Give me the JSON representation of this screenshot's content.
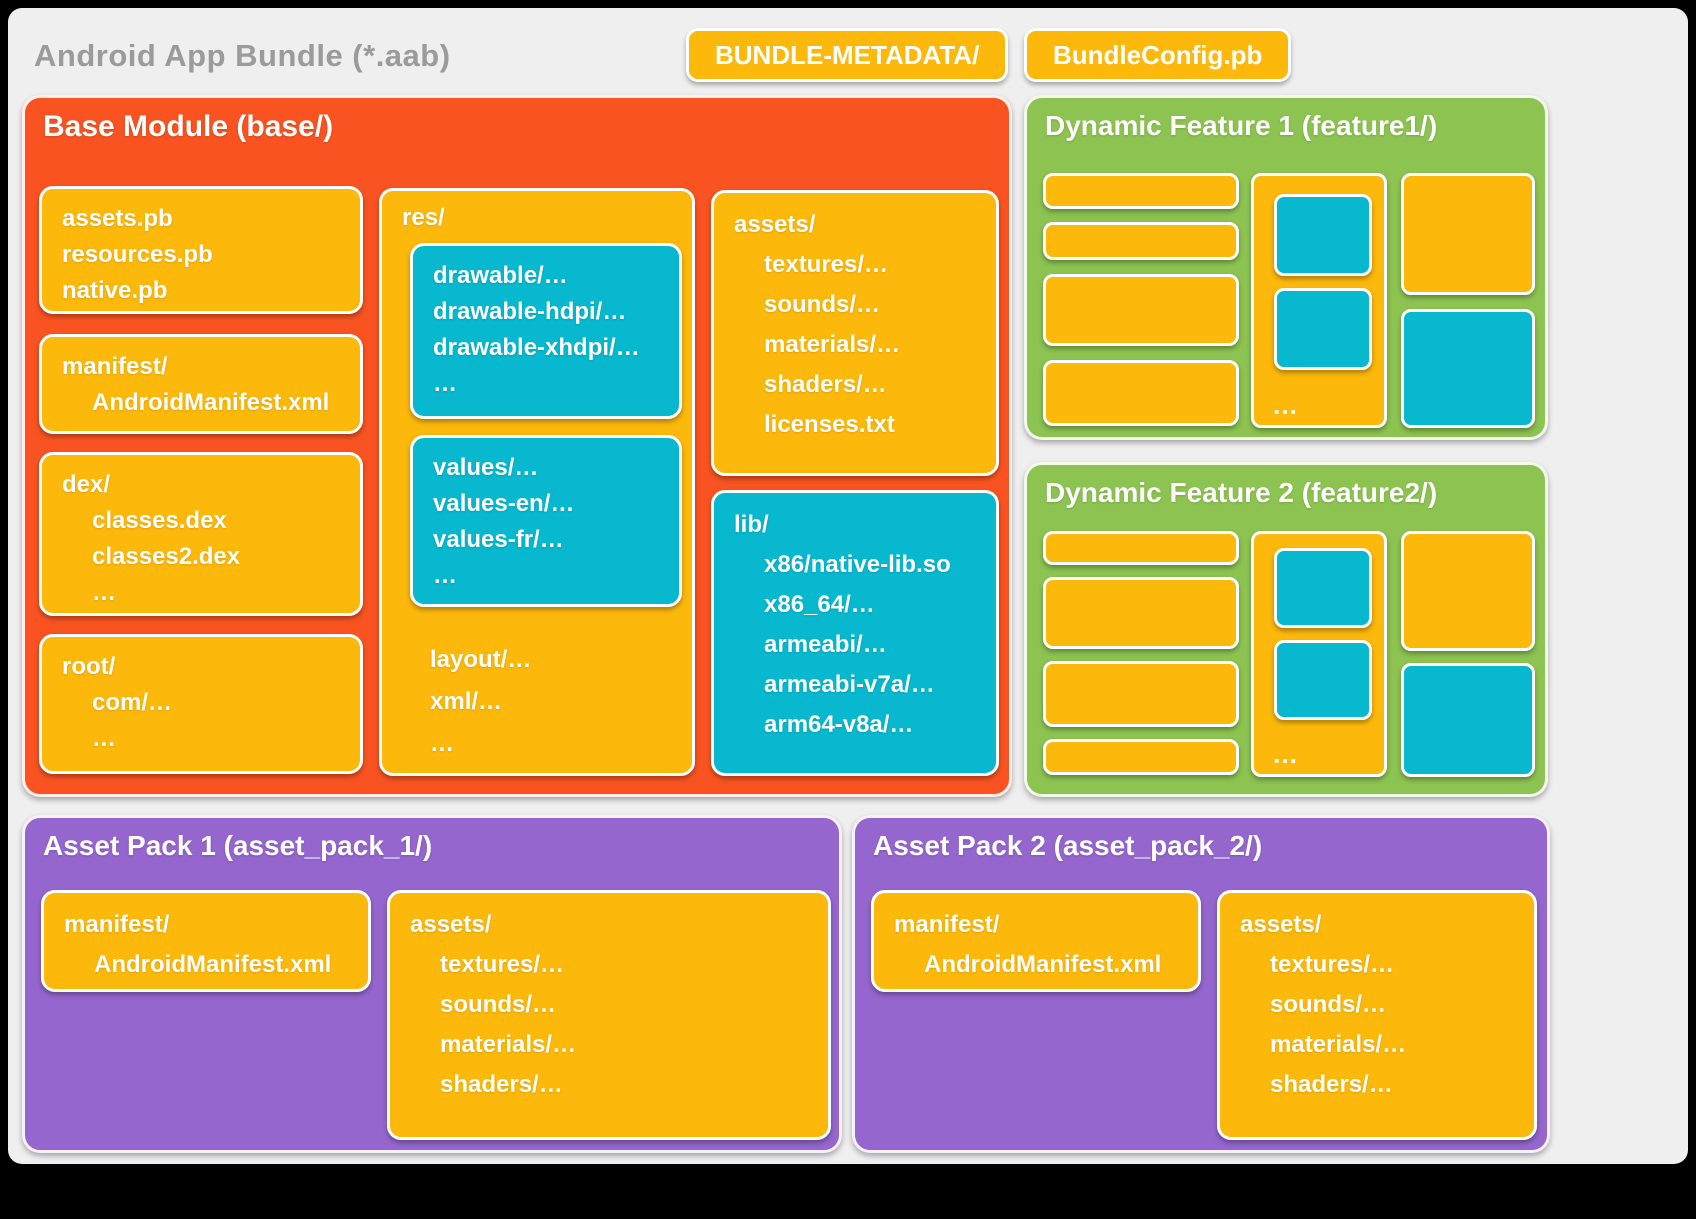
{
  "colors": {
    "page_bg": "#EFEFF0",
    "orange": "#F85321",
    "amber": "#FCB80B",
    "teal": "#07B8CE",
    "green": "#8DC351",
    "purple": "#9466CE",
    "title_gray": "#9B9B9B"
  },
  "header": {
    "title": "Android App Bundle (*.aab)",
    "pills": [
      "BUNDLE-METADATA/",
      "BundleConfig.pb"
    ]
  },
  "base": {
    "title": "Base Module (base/)",
    "pb_box": [
      {
        "text": "assets.pb",
        "indent": 0
      },
      {
        "text": "resources.pb",
        "indent": 0
      },
      {
        "text": "native.pb",
        "indent": 0
      }
    ],
    "manifest_box": [
      {
        "text": "manifest/",
        "indent": 0
      },
      {
        "text": "AndroidManifest.xml",
        "indent": 1
      }
    ],
    "dex_box": [
      {
        "text": "dex/",
        "indent": 0
      },
      {
        "text": "classes.dex",
        "indent": 1
      },
      {
        "text": "classes2.dex",
        "indent": 1
      },
      {
        "text": "…",
        "indent": 1
      }
    ],
    "root_box": [
      {
        "text": "root/",
        "indent": 0
      },
      {
        "text": "com/…",
        "indent": 1
      },
      {
        "text": "…",
        "indent": 1
      }
    ],
    "res_label": "res/",
    "drawable_box": [
      {
        "text": "drawable/…",
        "indent": 0
      },
      {
        "text": "drawable-hdpi/…",
        "indent": 0
      },
      {
        "text": "drawable-xhdpi/…",
        "indent": 0
      },
      {
        "text": "…",
        "indent": 0
      }
    ],
    "values_box": [
      {
        "text": "values/…",
        "indent": 0
      },
      {
        "text": "values-en/…",
        "indent": 0
      },
      {
        "text": "values-fr/…",
        "indent": 0
      },
      {
        "text": "…",
        "indent": 0
      }
    ],
    "res_tail": [
      {
        "text": "layout/…",
        "indent": 0
      },
      {
        "text": "xml/…",
        "indent": 0
      },
      {
        "text": "…",
        "indent": 0
      }
    ],
    "assets_box": [
      {
        "text": "assets/",
        "indent": 0
      },
      {
        "text": "textures/…",
        "indent": 1
      },
      {
        "text": "sounds/…",
        "indent": 1
      },
      {
        "text": "materials/…",
        "indent": 1
      },
      {
        "text": "shaders/…",
        "indent": 1
      },
      {
        "text": "licenses.txt",
        "indent": 1
      }
    ],
    "lib_box": [
      {
        "text": "lib/",
        "indent": 0
      },
      {
        "text": "x86/native-lib.so",
        "indent": 1
      },
      {
        "text": "x86_64/…",
        "indent": 1
      },
      {
        "text": "armeabi/…",
        "indent": 1
      },
      {
        "text": "armeabi-v7a/…",
        "indent": 1
      },
      {
        "text": "arm64-v8a/…",
        "indent": 1
      }
    ]
  },
  "feature1": {
    "title": "Dynamic Feature 1 (feature1/)",
    "ellipsis": "…"
  },
  "feature2": {
    "title": "Dynamic Feature 2 (feature2/)",
    "ellipsis": "…"
  },
  "asset_pack_1": {
    "title": "Asset Pack 1 (asset_pack_1/)",
    "manifest_box": [
      {
        "text": "manifest/",
        "indent": 0
      },
      {
        "text": "AndroidManifest.xml",
        "indent": 1
      }
    ],
    "assets_box": [
      {
        "text": "assets/",
        "indent": 0
      },
      {
        "text": "textures/…",
        "indent": 1
      },
      {
        "text": "sounds/…",
        "indent": 1
      },
      {
        "text": "materials/…",
        "indent": 1
      },
      {
        "text": "shaders/…",
        "indent": 1
      }
    ]
  },
  "asset_pack_2": {
    "title": "Asset Pack 2 (asset_pack_2/)",
    "manifest_box": [
      {
        "text": "manifest/",
        "indent": 0
      },
      {
        "text": "AndroidManifest.xml",
        "indent": 1
      }
    ],
    "assets_box": [
      {
        "text": "assets/",
        "indent": 0
      },
      {
        "text": "textures/…",
        "indent": 1
      },
      {
        "text": "sounds/…",
        "indent": 1
      },
      {
        "text": "materials/…",
        "indent": 1
      },
      {
        "text": "shaders/…",
        "indent": 1
      }
    ]
  }
}
